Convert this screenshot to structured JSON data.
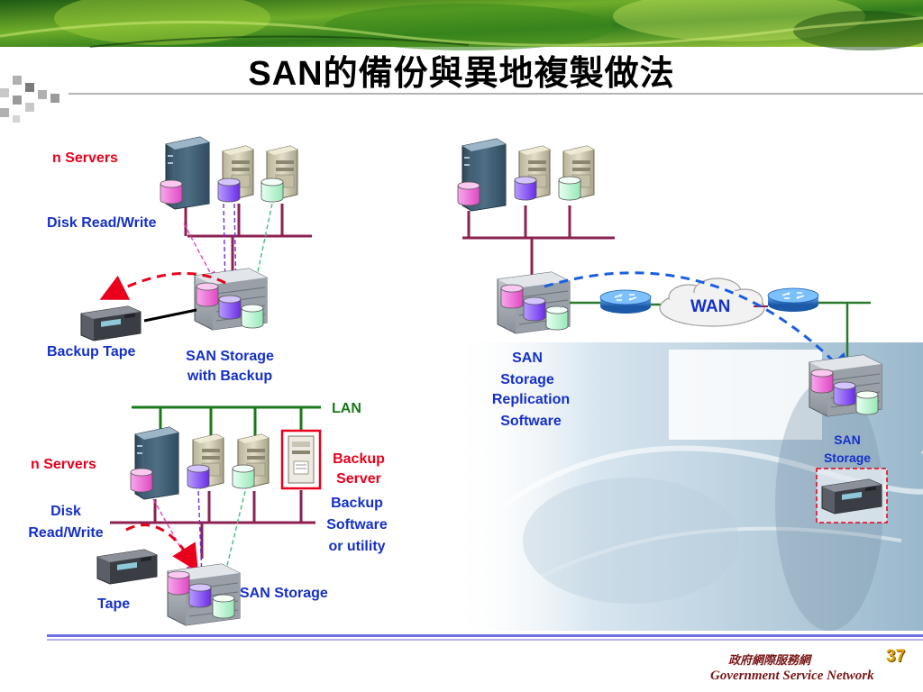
{
  "title": {
    "prefix": "SAN",
    "rest": "的備份與異地複製做法"
  },
  "top_left": {
    "servers_label": "n Servers",
    "disk_rw_label": "Disk Read/Write",
    "backup_tape_label": "Backup Tape",
    "san_storage_line1": "SAN Storage",
    "san_storage_line2": "with Backup"
  },
  "bottom_left": {
    "lan_label": "LAN",
    "servers_label": "n Servers",
    "disk_line1": "Disk",
    "disk_line2": "Read/Write",
    "backup_server_line1": "Backup",
    "backup_server_line2": "Server",
    "backup_sw_line1": "Backup",
    "backup_sw_line2": "Software",
    "backup_sw_line3": "or  utility",
    "tape_label": "Tape",
    "san_storage_label": "SAN Storage"
  },
  "right": {
    "san_line1": "SAN",
    "san_line2": "Storage",
    "replication_line1": "Replication",
    "replication_line2": "Software",
    "wan_label": "WAN",
    "remote_san_line1": "SAN",
    "remote_san_line2": "Storage"
  },
  "footer": {
    "chinese": "政府網際服務網",
    "english": "Government Service Network",
    "page_number": "37"
  },
  "colors": {
    "label_red": "#e8001c",
    "label_blue": "#1530c8",
    "lan_green": "#1a7a1a",
    "bus_purple": "#8b2252",
    "link_green": "#2a7a2a",
    "wan_dash": "#1a5ee0",
    "backup_dash": "#e8001c",
    "disk_pink": "#f060d0",
    "disk_purple": "#7a3cf0",
    "disk_mint": "#a8f0c8",
    "footer_rule": "#7070e0"
  },
  "icons": [
    "server-tower-icon",
    "file-server-icon",
    "disk-cylinder-icon",
    "san-storage-icon",
    "tape-drive-icon",
    "router-icon",
    "wan-cloud-icon",
    "backup-server-icon"
  ]
}
